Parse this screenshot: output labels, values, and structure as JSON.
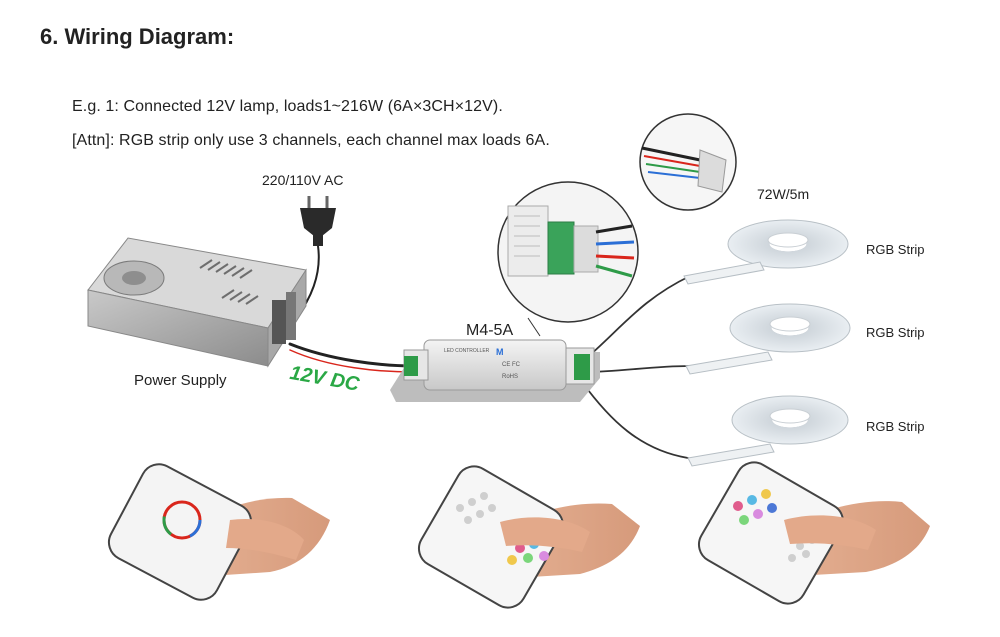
{
  "heading": "6. Wiring Diagram:",
  "notes": {
    "example": "E.g. 1: Connected 12V lamp, loads1~216W (6A×3CH×12V).",
    "attention": "[Attn]: RGB strip only use 3 channels, each channel max loads 6A."
  },
  "labels": {
    "ac_input": "220/110V AC",
    "power_supply": "Power Supply",
    "dc_output": "12V DC",
    "controller_model": "M4-5A",
    "strip_rating": "72W/5m"
  },
  "strips": [
    {
      "label": "RGB Strip"
    },
    {
      "label": "RGB Strip"
    },
    {
      "label": "RGB Strip"
    }
  ],
  "controller_face": {
    "title": "LED CONTROLLER",
    "brand": "M",
    "marks": "CE FC",
    "rohs": "RoHS"
  },
  "colors": {
    "dc_label": "#2aa845",
    "wire_red": "#d9261c",
    "wire_green": "#2e9b48",
    "wire_blue": "#2b6fd6",
    "wire_black": "#222222"
  }
}
